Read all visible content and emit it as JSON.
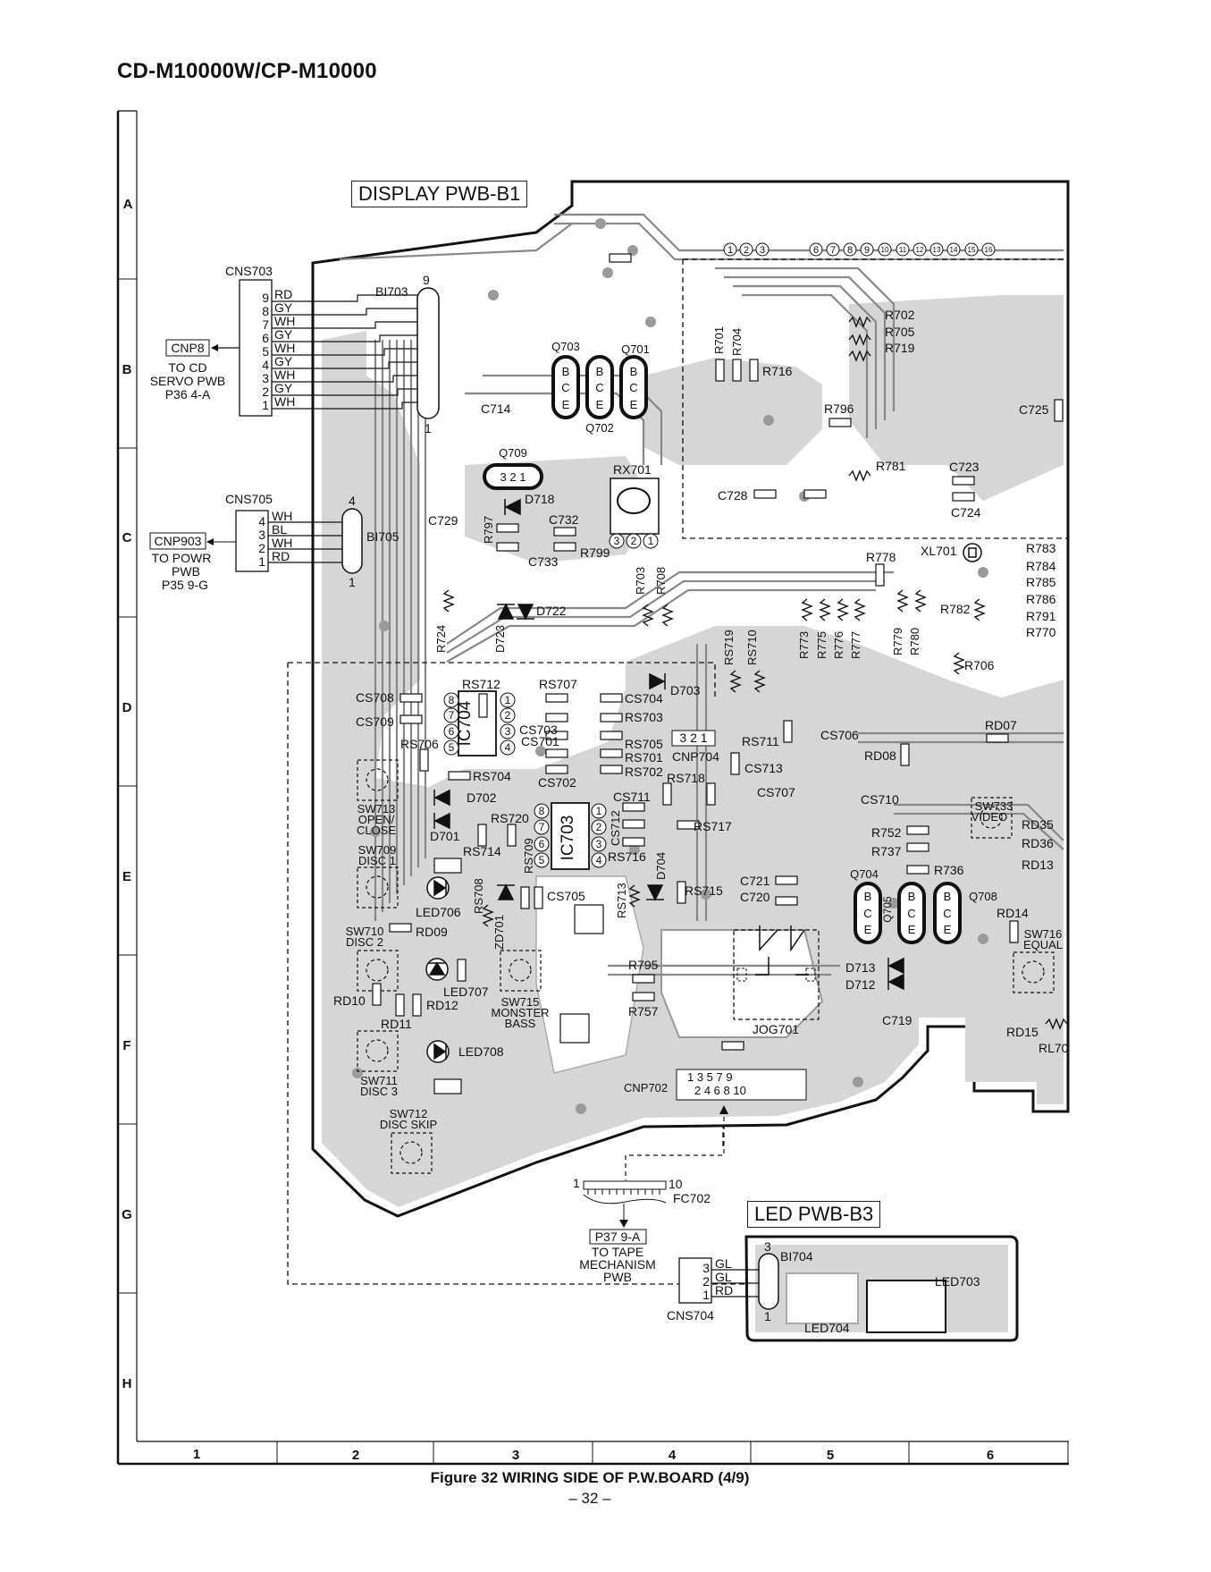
{
  "page_title": "CD-M10000W/CP-M10000",
  "boards": {
    "display": "DISPLAY PWB-B1",
    "led": "LED PWB-B3"
  },
  "grid": {
    "rows": [
      "A",
      "B",
      "C",
      "D",
      "E",
      "F",
      "G",
      "H"
    ],
    "columns": [
      "1",
      "2",
      "3",
      "4",
      "5",
      "6"
    ]
  },
  "cns703": {
    "name": "CNS703",
    "pins": [
      "9",
      "8",
      "7",
      "6",
      "5",
      "4",
      "3",
      "2",
      "1"
    ],
    "wires": [
      "RD",
      "GY",
      "WH",
      "GY",
      "WH",
      "GY",
      "WH",
      "GY",
      "WH"
    ],
    "bi": "BI703",
    "bi_top": "9",
    "bi_bottom": "1",
    "to_box": "CNP8",
    "to_lines": [
      "TO CD",
      "SERVO PWB",
      "P36 4-A"
    ]
  },
  "cns705": {
    "name": "CNS705",
    "pins": [
      "4",
      "3",
      "2",
      "1"
    ],
    "wires": [
      "WH",
      "BL",
      "WH",
      "RD"
    ],
    "bi": "BI705",
    "bi_top": "4",
    "bi_bottom": "1",
    "to_box": "CNP903",
    "to_lines": [
      "TO POWR",
      "PWB",
      "P35 9-G"
    ]
  },
  "cns704": {
    "name": "CNS704",
    "pins": [
      "3",
      "2",
      "1"
    ],
    "wires": [
      "GL",
      "GL",
      "RD"
    ],
    "bi": "BI704",
    "bi_top": "3",
    "bi_bottom": "1"
  },
  "fc702": {
    "name": "FC702",
    "left": "1",
    "right": "10",
    "to_box": "P37 9-A",
    "to_lines": [
      "TO TAPE",
      "MECHANISM",
      "PWB"
    ]
  },
  "cnp702": {
    "name": "CNP702",
    "top_pins": "1  3  5  7  9",
    "bottom_pins": "2  4  6  8  10"
  },
  "cnp704": {
    "name": "CNP704",
    "pins": "3 2 1"
  },
  "fl_pins": [
    "1",
    "2",
    "3",
    "6",
    "7",
    "8",
    "9",
    "10",
    "11",
    "12",
    "13",
    "14",
    "15",
    "16"
  ],
  "transistors": [
    {
      "name": "Q703",
      "pins": [
        "B",
        "C",
        "E"
      ]
    },
    {
      "name": "Q702",
      "pins": [
        "B",
        "C",
        "E"
      ]
    },
    {
      "name": "Q701",
      "pins": [
        "B",
        "C",
        "E"
      ]
    },
    {
      "name": "Q704",
      "pins": [
        "B",
        "C",
        "E"
      ]
    },
    {
      "name": "Q705",
      "pins": [
        "B",
        "C",
        "E"
      ]
    },
    {
      "name": "Q708",
      "pins": [
        "B",
        "C",
        "E"
      ]
    }
  ],
  "q709": {
    "name": "Q709",
    "pins": "3 2 1"
  },
  "rx701": {
    "name": "RX701",
    "pins": [
      "3",
      "2",
      "1"
    ]
  },
  "ic704": {
    "name": "IC704",
    "left_pins": [
      "8",
      "7",
      "6",
      "5"
    ],
    "right_pins": [
      "1",
      "2",
      "3",
      "4"
    ]
  },
  "ic703": {
    "name": "IC703",
    "left_pins": [
      "8",
      "7",
      "6",
      "5"
    ],
    "right_pins": [
      "1",
      "2",
      "3",
      "4"
    ]
  },
  "switches": {
    "sw713": [
      "SW713",
      "OPEN/",
      "CLOSE"
    ],
    "sw709": [
      "SW709",
      "DISC 1"
    ],
    "sw710": [
      "SW710",
      "DISC 2"
    ],
    "sw711": [
      "SW711",
      "DISC 3"
    ],
    "sw712": [
      "SW712",
      "DISC SKIP"
    ],
    "sw715": [
      "SW715",
      "MONSTER",
      "BASS"
    ],
    "sw733": [
      "SW733",
      "VIDEO"
    ],
    "sw716": [
      "SW716",
      "EQUAL"
    ]
  },
  "jog": "JOG701",
  "labels": {
    "R701": "R701",
    "R704": "R704",
    "R716": "R716",
    "R702": "R702",
    "R705": "R705",
    "R719": "R719",
    "R796": "R796",
    "C725": "C725",
    "C714": "C714",
    "R781": "R781",
    "C723": "C723",
    "C724": "C724",
    "C728": "C728",
    "D718": "D718",
    "C729": "C729",
    "R797": "R797",
    "C732": "C732",
    "R799": "R799",
    "C733": "C733",
    "R703": "R703",
    "R708": "R708",
    "R778": "R778",
    "XL701": "XL701",
    "R783": "R783",
    "R784": "R784",
    "R785": "R785",
    "R786": "R786",
    "R791": "R791",
    "R770": "R770",
    "R782": "R782",
    "D722": "D722",
    "D723": "D723",
    "R724": "R724",
    "RS719": "RS719",
    "RS710": "RS710",
    "R773": "R773",
    "R775": "R775",
    "R776": "R776",
    "R777": "R777",
    "R779": "R779",
    "R780": "R780",
    "R706": "R706",
    "RS712": "RS712",
    "RS707": "RS707",
    "D703": "D703",
    "CS708": "CS708",
    "CS709": "CS709",
    "CS704": "CS704",
    "CS703": "CS703",
    "CS701": "CS701",
    "RS703": "RS703",
    "RS706": "RS706",
    "RS705": "RS705",
    "RS701": "RS701",
    "RS702": "RS702",
    "RS711": "RS711",
    "CS706": "CS706",
    "RD07": "RD07",
    "RD08": "RD08",
    "CS713": "CS713",
    "RS704": "RS704",
    "CS702": "CS702",
    "RS718": "RS718",
    "D702": "D702",
    "CS711": "CS711",
    "CS707": "CS707",
    "CS710": "CS710",
    "RS720": "RS720",
    "CS712": "CS712",
    "RS717": "RS717",
    "D701": "D701",
    "RS714": "RS714",
    "RS709": "RS709",
    "RS716": "RS716",
    "R752": "R752",
    "R737": "R737",
    "RD35": "RD35",
    "RD36": "RD36",
    "RD13": "RD13",
    "R736": "R736",
    "D704": "D704",
    "C721": "C721",
    "C720": "C720",
    "RS715": "RS715",
    "RS713": "RS713",
    "LED706": "LED706",
    "RS708": "RS708",
    "ZD701": "ZD701",
    "CS705": "CS705",
    "RD09": "RD09",
    "RD14": "RD14",
    "LED707": "LED707",
    "R795": "R795",
    "R757": "R757",
    "D713": "D713",
    "D712": "D712",
    "C719": "C719",
    "RD10": "RD10",
    "RD12": "RD12",
    "RD11": "RD11",
    "RD15": "RD15",
    "RL70": "RL70",
    "LED708": "LED708",
    "LED703": "LED703",
    "LED704": "LED704"
  },
  "caption": "Figure 32 WIRING SIDE OF P.W.BOARD (4/9)",
  "page_number": "– 32 –"
}
